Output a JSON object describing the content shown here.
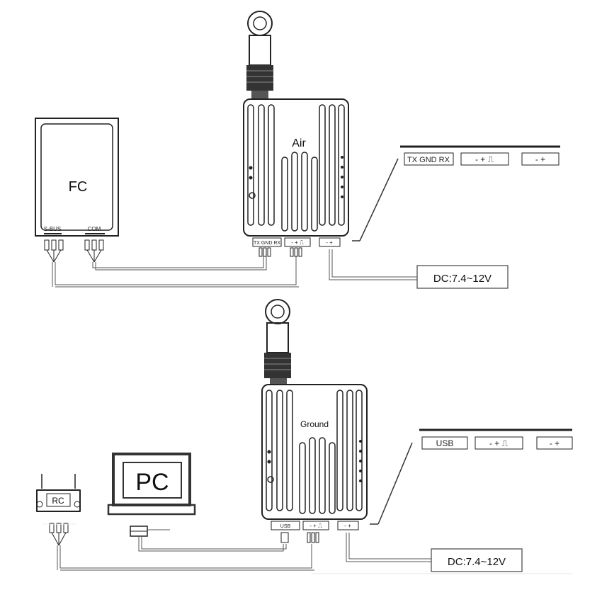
{
  "top": {
    "fc": {
      "label": "FC",
      "port_sbus": "S-BUS",
      "port_com": "COM"
    },
    "module": {
      "label": "Air",
      "port_uart": "TX GND RX",
      "port_sbus": "- + ⎍",
      "port_power": "- +"
    },
    "legend": {
      "uart": "TX GND RX",
      "sbus": "- + ⎍",
      "power": "-  +"
    },
    "power_box": "DC:7.4~12V"
  },
  "bottom": {
    "rc": {
      "label": "RC"
    },
    "pc": {
      "label": "PC"
    },
    "module": {
      "label": "Ground",
      "port_usb": "USB",
      "port_sbus": "- + ⎍",
      "port_power": "- +"
    },
    "legend": {
      "usb": "USB",
      "sbus": "- + ⎍",
      "power": "-  +"
    },
    "power_box": "DC:7.4~12V"
  }
}
